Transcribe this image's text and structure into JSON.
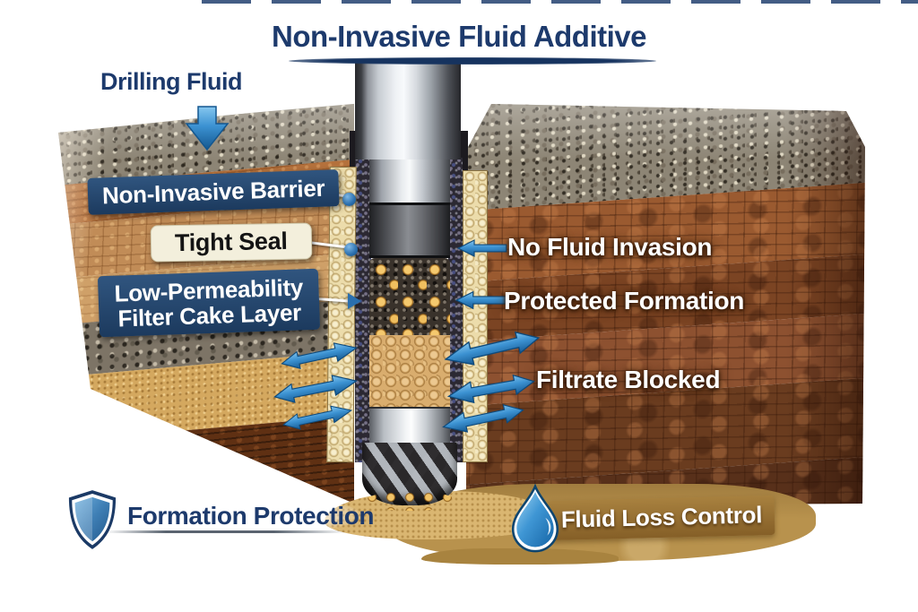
{
  "title": "Non-Invasive Fluid Additive",
  "top_labels": {
    "drilling_fluid": "Drilling Fluid"
  },
  "callouts": {
    "non_invasive_barrier": "Non-Invasive Barrier",
    "tight_seal": "Tight Seal",
    "low_permeability_line1": "Low-Permeability",
    "low_permeability_line2": "Filter Cake Layer",
    "no_fluid_invasion": "No Fluid Invasion",
    "protected_formation": "Protected Formation",
    "filtrate_blocked": "Filtrate Blocked"
  },
  "badges": {
    "formation_protection": "Formation Protection",
    "fluid_loss_control": "Fluid Loss Control"
  },
  "icons": {
    "shield": "shield-icon",
    "droplet": "water-droplet-icon",
    "down_arrow": "drilling-fluid-down-arrow-icon",
    "blue_arrow": "filtrate-arrow-icon"
  },
  "colors": {
    "title_navy": "#1d3a6c",
    "label_navy_bg": "#24466e",
    "label_cream_bg": "#f3efdc",
    "arrow_blue": "#3c92d2",
    "barrier_cream": "#ecdcab",
    "banner_tan": "#9b7434",
    "mud_tan": "#b8924d"
  }
}
